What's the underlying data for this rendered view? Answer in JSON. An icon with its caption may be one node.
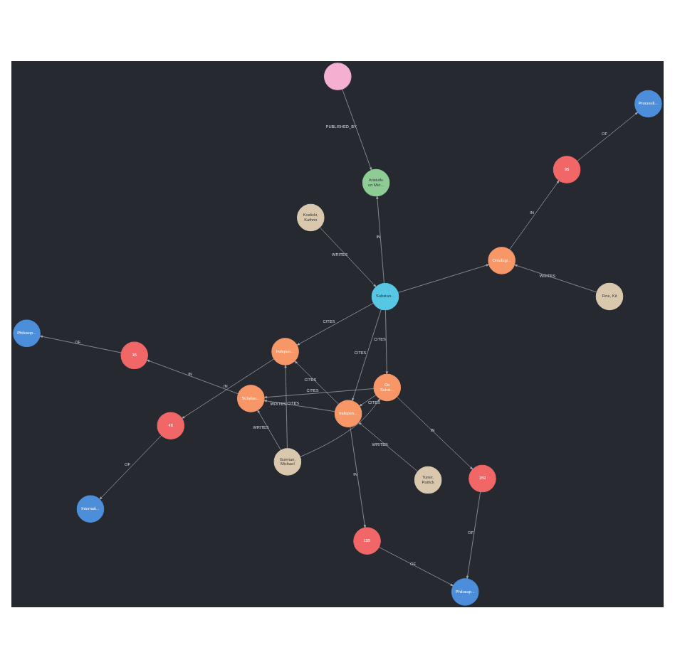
{
  "diagram": {
    "nodes": [
      {
        "text": [
          "Philosop..."
        ]
      },
      {
        "text": [
          "Philosop..."
        ]
      },
      {
        "text": [
          "155"
        ]
      },
      {
        "text": [
          "35"
        ]
      },
      {
        "text": [
          "159"
        ]
      },
      {
        "text": [
          "Substan..."
        ]
      },
      {
        "text": [
          "Indepen..."
        ]
      },
      {
        "text": [
          "On Subst..."
        ]
      },
      {
        "text": [
          "Internati..."
        ]
      },
      {
        "text": [
          "Proceedi..."
        ]
      },
      {
        "text": [
          "Fine, Kit"
        ]
      },
      {
        "text": [
          "46"
        ]
      },
      {
        "text": [
          "Toner, Patrick"
        ]
      },
      {
        "text": [
          "95"
        ]
      },
      {
        "text": [
          "Ontologi..."
        ]
      },
      {
        "text": [
          "Substan..."
        ]
      },
      {
        "text": [
          "Gorman, Michael"
        ]
      },
      {
        "text": [
          "Indepen..."
        ]
      },
      {
        "text": [
          "Koslicki, Kathrin"
        ]
      },
      {
        "text": [
          "Aristotle on Met..."
        ]
      },
      {
        "text": [],
        "shape": "circle"
      }
    ],
    "edges": [
      {
        "from": 2,
        "to": 1,
        "arrow": "to",
        "label": "OF"
      },
      {
        "from": 3,
        "to": 0,
        "arrow": "to",
        "label": "OF"
      },
      {
        "from": 4,
        "to": 1,
        "arrow": "to",
        "label": "OF"
      },
      {
        "from": 6,
        "to": 2,
        "arrow": "to",
        "label": "IN"
      },
      {
        "from": 5,
        "to": 3,
        "arrow": "to",
        "label": "IN"
      },
      {
        "from": 7,
        "to": 4,
        "arrow": "to",
        "label": "IN"
      },
      {
        "from": 6,
        "to": 5,
        "arrow": "to",
        "label": "CITES"
      },
      {
        "from": 7,
        "to": 6,
        "arrow": "to",
        "label": "CITES"
      },
      {
        "from": 7,
        "to": 5,
        "arrow": "to",
        "label": "CITES"
      },
      {
        "from": 11,
        "to": 8,
        "arrow": "to",
        "label": "OF"
      },
      {
        "from": 16,
        "to": 5,
        "arrow": "to",
        "label": "WRITES"
      },
      {
        "from": 16,
        "to": 7,
        "arrow": "to"
      },
      {
        "from": 17,
        "to": 11,
        "arrow": "to",
        "label": "IN"
      },
      {
        "from": 16,
        "to": 17,
        "arrow": "to",
        "label": "WRITES"
      },
      {
        "from": 12,
        "to": 6,
        "arrow": "to",
        "label": "WRITES"
      },
      {
        "from": 15,
        "to": 6,
        "arrow": "to",
        "label": "CITES"
      },
      {
        "from": 15,
        "to": 7,
        "arrow": "to",
        "label": "CITES"
      },
      {
        "from": 6,
        "to": 17,
        "arrow": "to",
        "label": "CITES"
      },
      {
        "from": 15,
        "to": 17,
        "arrow": "to",
        "label": "CITES"
      },
      {
        "from": 15,
        "to": 14,
        "arrow": "to"
      },
      {
        "from": 10,
        "to": 14,
        "arrow": "to",
        "label": "WRITES"
      },
      {
        "from": 14,
        "to": 13,
        "arrow": "to",
        "label": "IN"
      },
      {
        "from": 13,
        "to": 9,
        "arrow": "to",
        "label": "OF"
      },
      {
        "from": 18,
        "to": 15,
        "arrow": "to",
        "label": "WRITES"
      },
      {
        "from": 15,
        "to": 19,
        "arrow": "to",
        "label": "IN"
      },
      {
        "from": 20,
        "to": 19,
        "arrow": "to",
        "label": "PUBLISHED_BY"
      }
    ]
  }
}
